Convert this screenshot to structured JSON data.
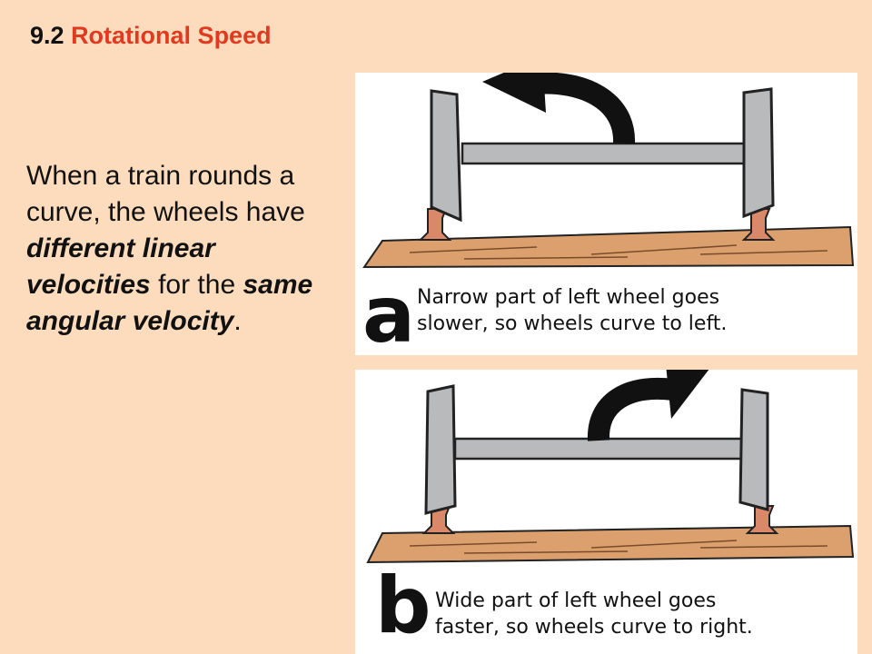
{
  "slide": {
    "section_number": "9.2",
    "section_title": "Rotational Speed",
    "body": {
      "t1": "When a train rounds a curve, the wheels have ",
      "e1": "different linear velocities",
      "t2": " for the ",
      "e2": "same angular velocity",
      "t3": "."
    }
  },
  "figure": {
    "panel_a": {
      "letter": "a",
      "caption_line1": "Narrow part of left wheel goes",
      "caption_line2": "slower, so wheels curve to left."
    },
    "panel_b": {
      "letter": "b",
      "caption_line1": "Wide part of left wheel goes",
      "caption_line2": "faster, so wheels curve to right."
    }
  },
  "colors": {
    "background": "#fddcbd",
    "accent": "#e03a20",
    "wheel": "#b8babc",
    "rail": "#d9886a",
    "ground": "#dca06e"
  },
  "icons": [
    "curved-arrow-left-icon",
    "curved-arrow-right-icon"
  ]
}
